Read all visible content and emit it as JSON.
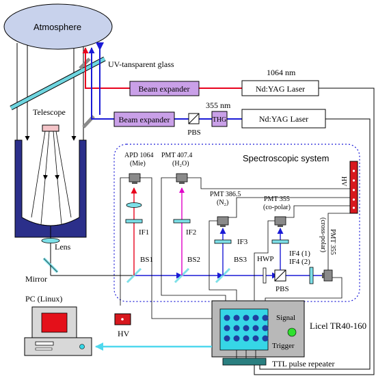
{
  "labels": {
    "atmosphere": "Atmosphere",
    "uv_glass": "UV-tansparent glass",
    "telescope": "Telescope",
    "lens": "Lens",
    "mirror": "Mirror",
    "beam_expander_top": "Beam expander",
    "beam_expander_bottom": "Beam expander",
    "laser_1064_wavelength": "1064 nm",
    "laser_1064": "Nd:YAG Laser",
    "laser_355_wavelength": "355 nm",
    "laser_355": "Nd:YAG Laser",
    "pbs_emitter": "PBS",
    "thg": "THG",
    "spectroscopic_system": "Spectroscopic system",
    "apd_name": "APD 1064",
    "apd_sub": "(Mie)",
    "pmt407_name": "PMT 407.4",
    "pmt407_sub": "(H₂O)",
    "pmt386_name": "PMT 386.5",
    "pmt386_sub": "(N₂)",
    "pmt355cp_name": "PMT 355",
    "pmt355cp_sub": "(co-polar)",
    "pmt355x_name": "PMT 355",
    "pmt355x_sub": "(cross-polar)",
    "hv_box": "HV",
    "hv_bottom": "HV",
    "if1": "IF1",
    "if2": "IF2",
    "if3": "IF3",
    "if4_1": "IF4 (1)",
    "if4_2": "IF4 (2)",
    "bs1": "BS1",
    "bs2": "BS2",
    "bs3": "BS3",
    "hwp": "HWP",
    "pbs_receiver": "PBS",
    "pc": "PC (Linux)",
    "licel": "Licel TR40-160",
    "signal": "Signal",
    "trigger": "Trigger",
    "ttl": "TTL pulse repeater"
  },
  "colors": {
    "beam_1064": "#e8001c",
    "beam_355": "#1a1ad6",
    "beam_407": "#e000c8",
    "beam_expander": "#c9a0e8",
    "atmosphere_fill": "#c8d2ec",
    "telescope_fill": "#2b2f8a",
    "cyan_optics": "#7de0e8",
    "licel_fill": "#b8b8b8",
    "licel_panel": "#36d6e6",
    "channel_dot": "#1f3fa0",
    "trigger_led": "#2ee02e",
    "hv_red": "#d8181e",
    "pc_screen": "#e4101a",
    "ttl_fill": "#2a7f80",
    "pc_arrow": "#4fd8ee"
  }
}
